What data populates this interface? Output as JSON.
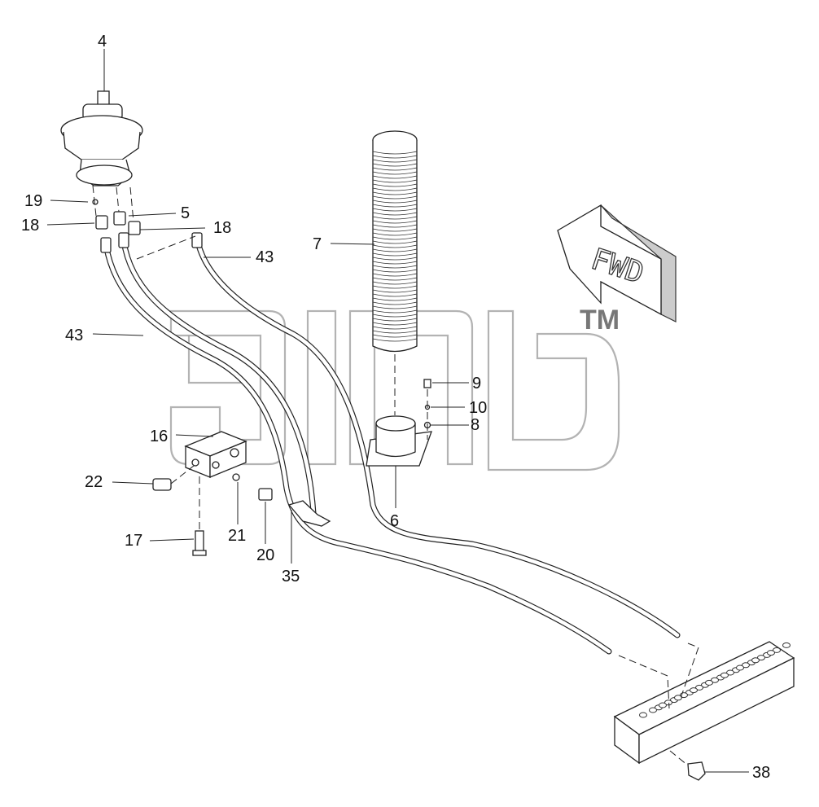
{
  "callouts": [
    {
      "id": "c4",
      "label": "4"
    },
    {
      "id": "c19",
      "label": "19"
    },
    {
      "id": "c18a",
      "label": "18"
    },
    {
      "id": "c5",
      "label": "5"
    },
    {
      "id": "c18b",
      "label": "18"
    },
    {
      "id": "c7",
      "label": "7"
    },
    {
      "id": "c43a",
      "label": "43"
    },
    {
      "id": "c43b",
      "label": "43"
    },
    {
      "id": "c9",
      "label": "9"
    },
    {
      "id": "c10",
      "label": "10"
    },
    {
      "id": "c8",
      "label": "8"
    },
    {
      "id": "c16",
      "label": "16"
    },
    {
      "id": "c22",
      "label": "22"
    },
    {
      "id": "c6",
      "label": "6"
    },
    {
      "id": "c17",
      "label": "17"
    },
    {
      "id": "c21",
      "label": "21"
    },
    {
      "id": "c20",
      "label": "20"
    },
    {
      "id": "c35",
      "label": "35"
    },
    {
      "id": "c38",
      "label": "38"
    }
  ],
  "direction_arrow": {
    "text": "FWD"
  },
  "watermark": {
    "trademark": "TM"
  },
  "icons": [
    "forward-direction-arrow-icon",
    "watermark-logo-icon"
  ]
}
